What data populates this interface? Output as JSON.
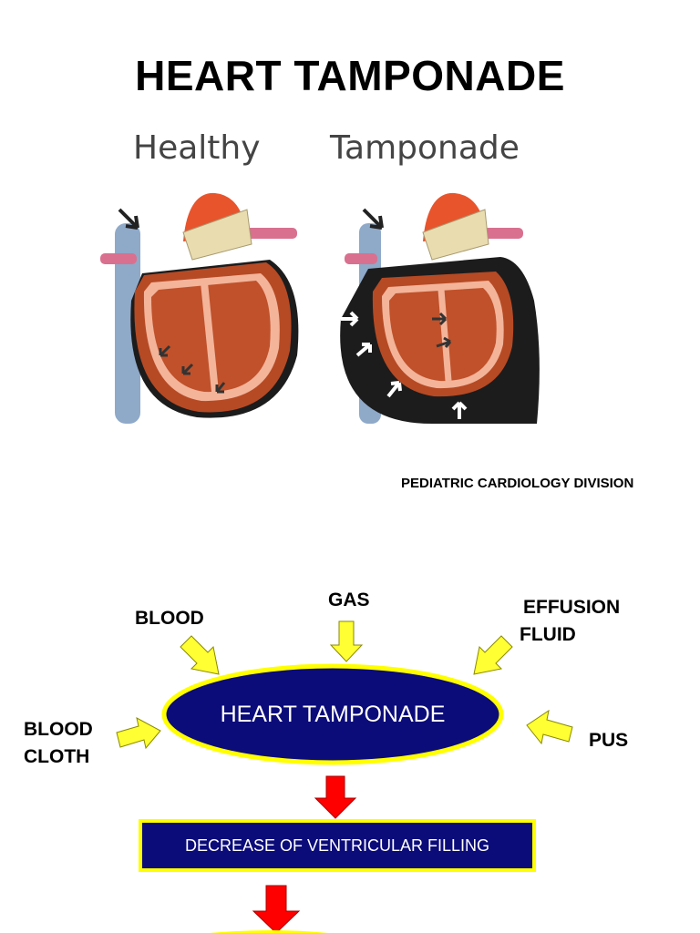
{
  "slide1": {
    "title": "HEART TAMPONADE",
    "panels": [
      {
        "label": "Healthy"
      },
      {
        "label": "Tamponade"
      }
    ],
    "footer": "PEDIATRIC CARDIOLOGY DIVISION"
  },
  "slide2": {
    "causes": {
      "blood": "BLOOD",
      "gas": "GAS",
      "effusion": "EFFUSION",
      "fluid": "FLUID",
      "blood_cloth_line1": "BLOOD",
      "blood_cloth_line2": "CLOTH",
      "pus": "PUS"
    },
    "center": "HEART TAMPONADE",
    "effect": "DECREASE OF VENTRICULAR FILLING",
    "colors": {
      "ellipse_fill": "#0b0b7a",
      "ellipse_border": "#ffff00",
      "cause_arrow": "#ffff33",
      "flow_arrow": "#ff0000"
    }
  }
}
